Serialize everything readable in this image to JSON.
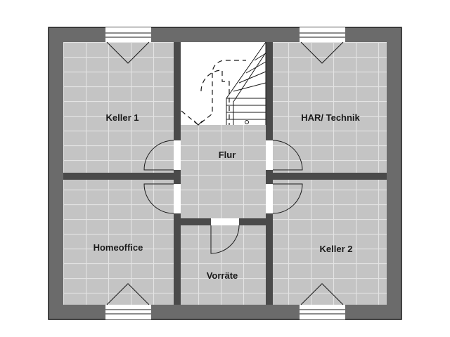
{
  "rooms": {
    "keller1": "Keller 1",
    "har_technik": "HAR/ Technik",
    "flur": "Flur",
    "homeoffice": "Homeoffice",
    "keller2": "Keller 2",
    "vorraete": "Vorräte"
  },
  "colors": {
    "wall_outer": "#6b6b6b",
    "wall_inner": "#4a4a4a",
    "tile": "#c4c4c4",
    "tile_line": "#e6e6e6",
    "line": "#1a1a1a"
  }
}
